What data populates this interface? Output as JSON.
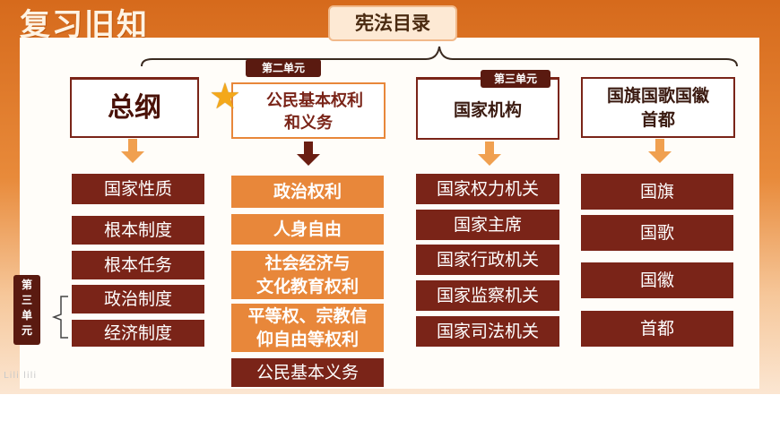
{
  "slide": {
    "title": "复习旧知",
    "toc_label": "宪法目录",
    "watermark": "Lili lili"
  },
  "categories": [
    {
      "id": "c1",
      "title": "总纲",
      "tag": ""
    },
    {
      "id": "c2",
      "title_line1": "公民基本权利",
      "title_line2": "和义务",
      "tag": "第二单元"
    },
    {
      "id": "c3",
      "title": "国家机构",
      "tag": "第三单元"
    },
    {
      "id": "c4",
      "title_line1": "国旗国歌国徽",
      "title_line2": "首都",
      "tag": ""
    }
  ],
  "column1": [
    "国家性质",
    "根本制度",
    "根本任务",
    "政治制度",
    "经济制度"
  ],
  "column2": [
    "政治权利",
    "人身自由",
    "社会经济与",
    "文化教育权利",
    "平等权、宗教信",
    "仰自由等权利",
    "公民基本义务"
  ],
  "column3": [
    "国家权力机关",
    "国家主席",
    "国家行政机关",
    "国家监察机关",
    "国家司法机关"
  ],
  "column4": [
    "国旗",
    "国歌",
    "国徽",
    "首都"
  ],
  "side_unit": {
    "chars": [
      "第",
      "三",
      "单",
      "元"
    ]
  },
  "colors": {
    "dark_box": "#7a2418",
    "orange_box": "#e8873a",
    "header_orange": "#d66a1c",
    "star": "#f4a81a"
  },
  "icons": {
    "star": "star-icon",
    "arrow": "down-arrow-icon"
  }
}
